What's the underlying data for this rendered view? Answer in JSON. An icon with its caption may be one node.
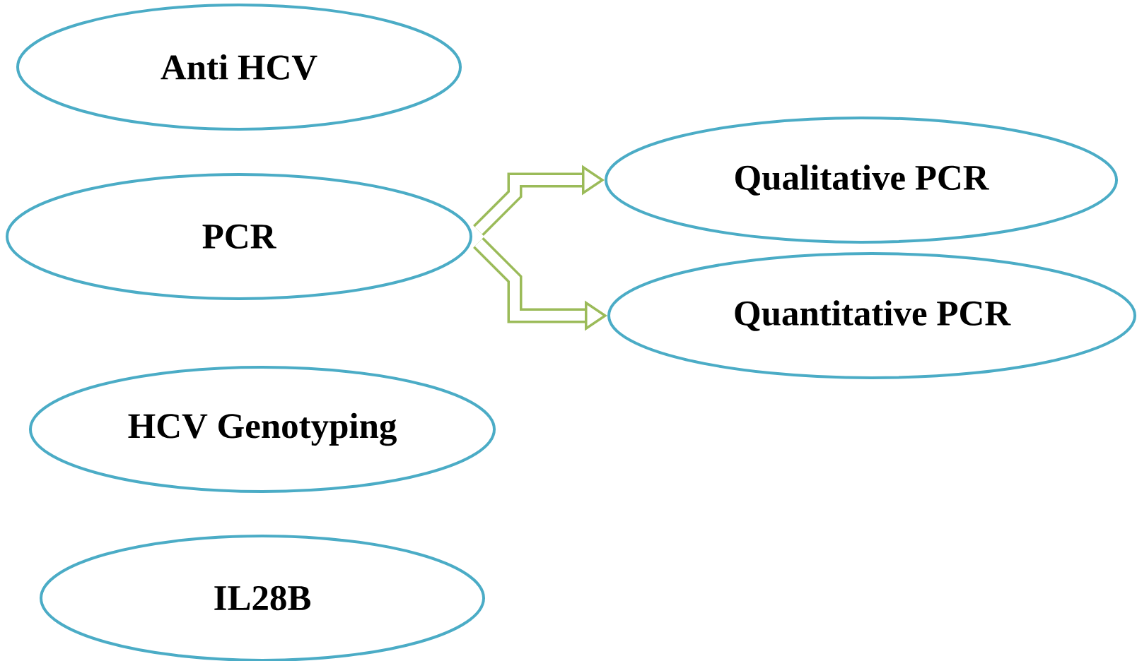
{
  "diagram": {
    "nodes": [
      {
        "text": [
          "Anti HCV"
        ]
      },
      {
        "text": [
          "PCR"
        ]
      },
      {
        "text": [
          "HCV Genotyping"
        ]
      },
      {
        "text": [
          "IL28B"
        ]
      },
      {
        "text": [
          "Qualitative PCR"
        ]
      },
      {
        "text": [
          "Quantitative PCR"
        ]
      }
    ],
    "edges": [
      {
        "from": 1,
        "to": 4,
        "arrow": "to",
        "color": "#9bbb59"
      },
      {
        "from": 1,
        "to": 5,
        "arrow": "to",
        "color": "#9bbb59"
      }
    ]
  }
}
